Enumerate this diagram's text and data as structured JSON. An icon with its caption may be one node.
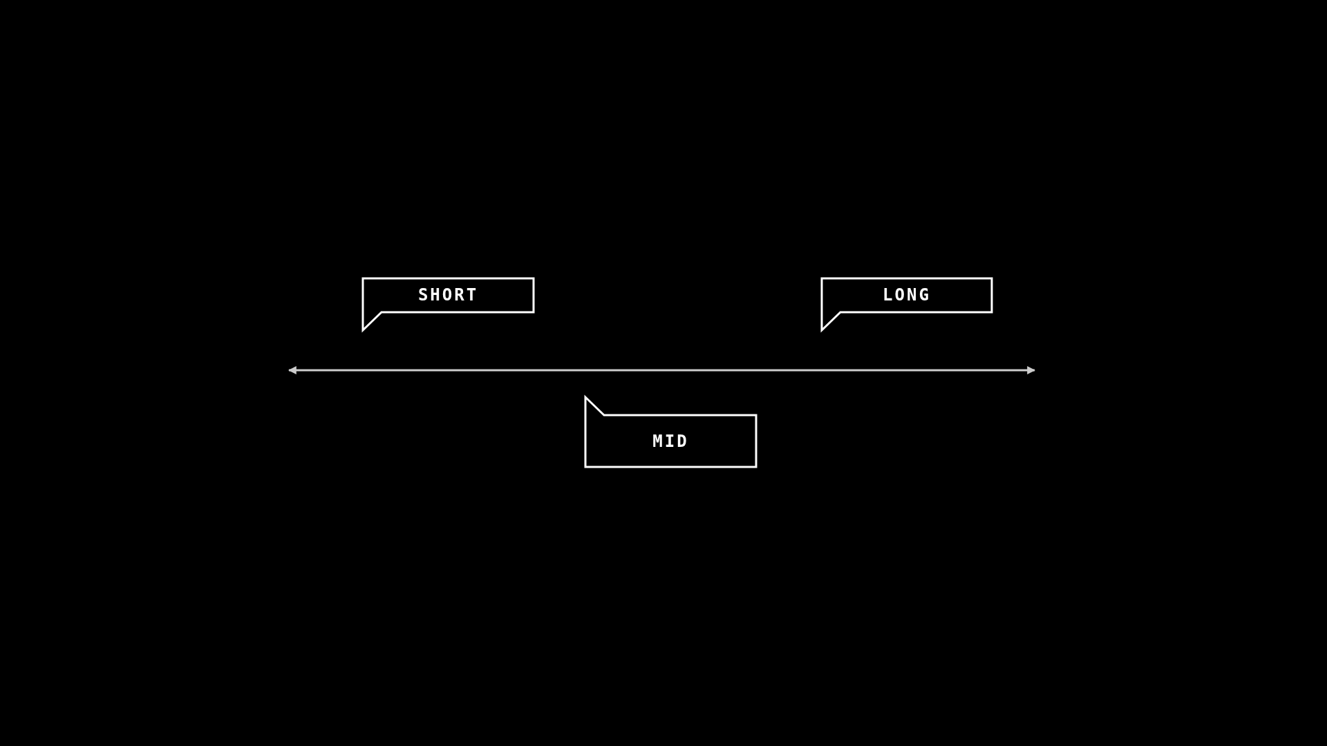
{
  "diagram": {
    "nodes": [
      {
        "text": [
          "SHORT"
        ]
      },
      {
        "text": [
          "LONG"
        ]
      },
      {
        "text": [
          "MID"
        ]
      }
    ]
  }
}
